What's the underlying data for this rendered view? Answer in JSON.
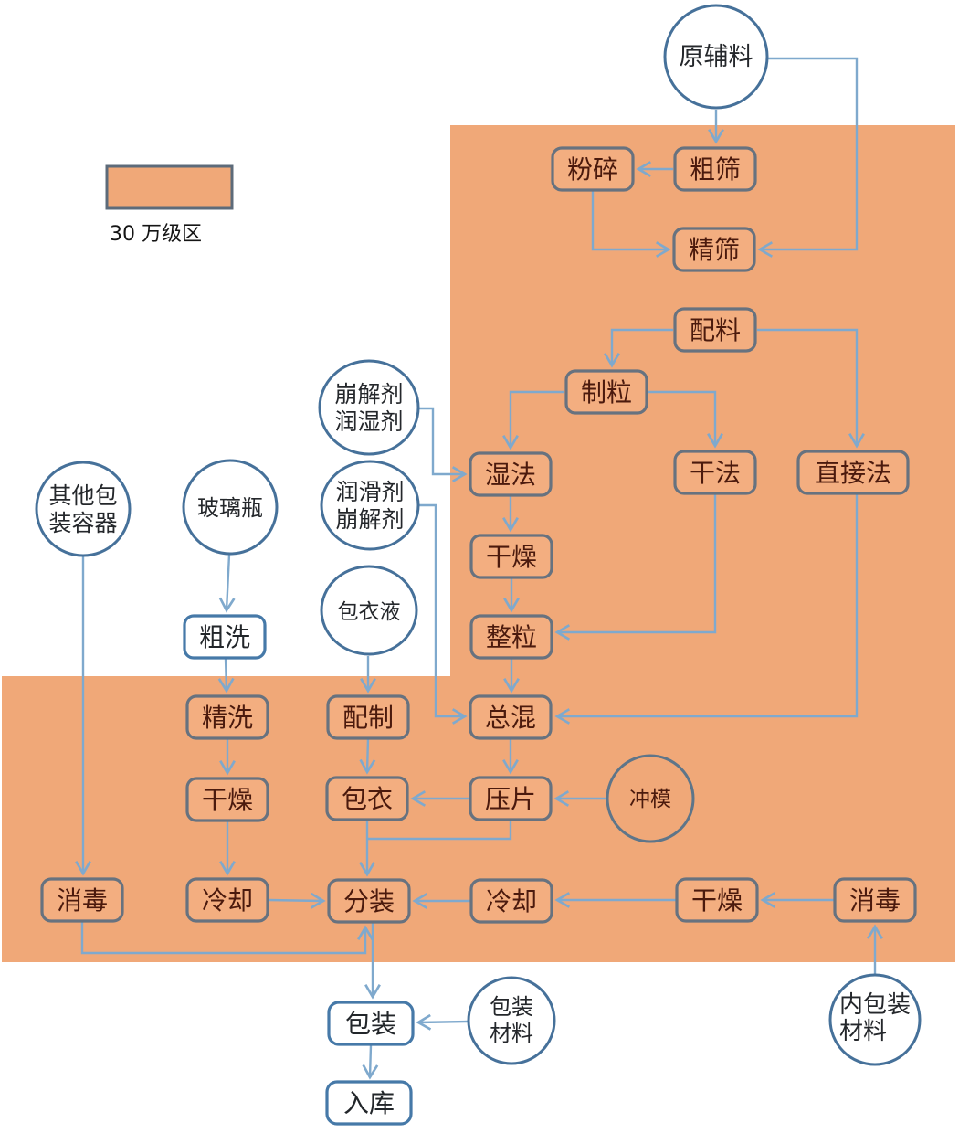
{
  "legend": {
    "label": "30 万级区"
  },
  "colors": {
    "zone_fill": "#f0a878",
    "inzone_box_border": "#67727f",
    "inzone_box_text": "#4b1a0d",
    "outer_box_border": "#4679a8",
    "circle_border": "#46719a",
    "arrow": "#7fa9cd",
    "plain_text": "#24272b"
  },
  "boxes": {
    "fensui": "粉碎",
    "cushai": "粗筛",
    "jingshai": "精筛",
    "peiliao": "配料",
    "zhili": "制粒",
    "shifa": "湿法",
    "ganfa": "干法",
    "zhijiefa": "直接法",
    "ganzao_wet": "干燥",
    "zhengli": "整粒",
    "zonghun": "总混",
    "peizhi": "配制",
    "jingxi": "精洗",
    "cuxi": "粗洗",
    "baoyi": "包衣",
    "yapian": "压片",
    "ganzao_bottle": "干燥",
    "xiaodu_left": "消毒",
    "lengque_left": "冷却",
    "fenzhuang": "分装",
    "lengque_right": "冷却",
    "ganzao_right": "干燥",
    "xiaodu_right": "消毒",
    "baozhuang": "包装",
    "ruku": "入库"
  },
  "circles": {
    "yuanfuliao": {
      "lines": [
        "原辅料"
      ]
    },
    "bengjieji": {
      "lines": [
        "崩解剂",
        "润湿剂"
      ]
    },
    "runhuaji": {
      "lines": [
        "润滑剂",
        "崩解剂"
      ]
    },
    "baoyiye": {
      "lines": [
        "包衣液"
      ]
    },
    "qitabaozhuang": {
      "lines": [
        "其他包",
        "装容器"
      ]
    },
    "boliping": {
      "lines": [
        "玻璃瓶"
      ]
    },
    "chongmo": {
      "lines": [
        "冲模"
      ]
    },
    "baozhuangcailiao": {
      "lines": [
        "包装",
        "材料"
      ]
    },
    "neibaozhuang": {
      "lines": [
        "内包装",
        "材料"
      ]
    }
  }
}
